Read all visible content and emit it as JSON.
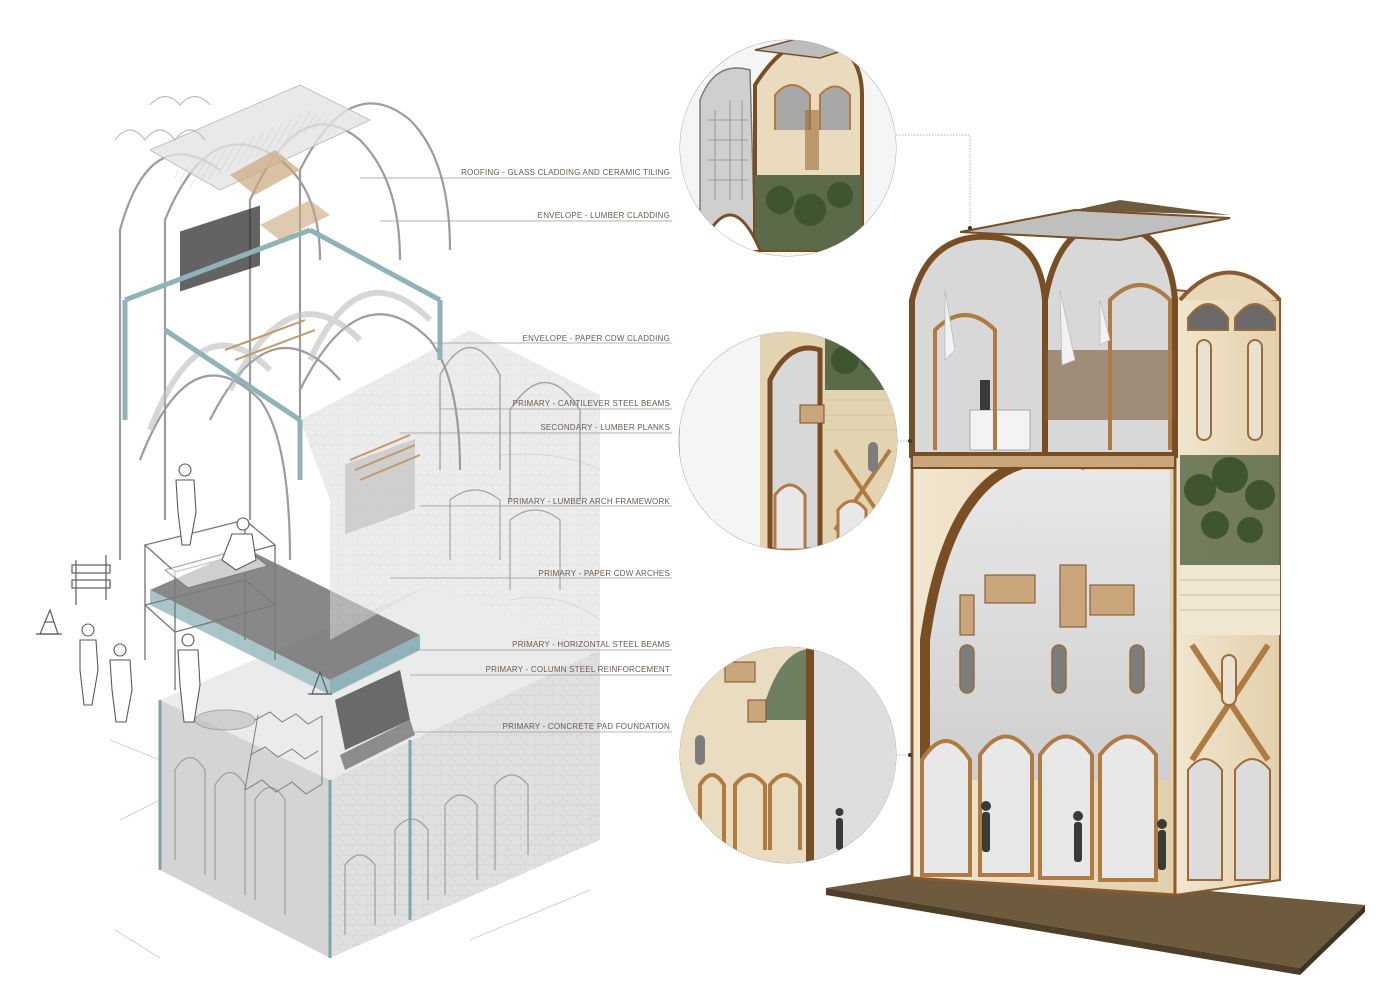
{
  "labels": [
    "ROOFING - GLASS CLADDING AND CERAMIC TILING",
    "ENVELOPE - LUMBER CLADDING",
    "ENVELOPE - PAPER CDW CLADDING",
    "PRIMARY - CANTILEVER STEEL BEAMS",
    "SECONDARY - LUMBER PLANKS",
    "PRIMARY - LUMBER ARCH FRAMEWORK",
    "PRIMARY - PAPER CDW ARCHES",
    "PRIMARY - HORIZONTAL STEEL BEAMS",
    "PRIMARY - COLUMN STEEL REINFORCEMENT",
    "PRIMARY - CONCRETE PAD FOUNDATION"
  ],
  "colors": {
    "line": "#9a9a9a",
    "label": "#6b5a4e",
    "steel": "#8fb3b8",
    "wood": "#b07a43",
    "paper": "#e9dcc0",
    "grey_fill": "#cfcfcf",
    "dark_fill": "#5a5a5a",
    "base": "#6e5a3c"
  },
  "icons": [
    "traffic-cone-icon",
    "barricade-icon",
    "worker-figure-icon",
    "model-figure-icon"
  ]
}
